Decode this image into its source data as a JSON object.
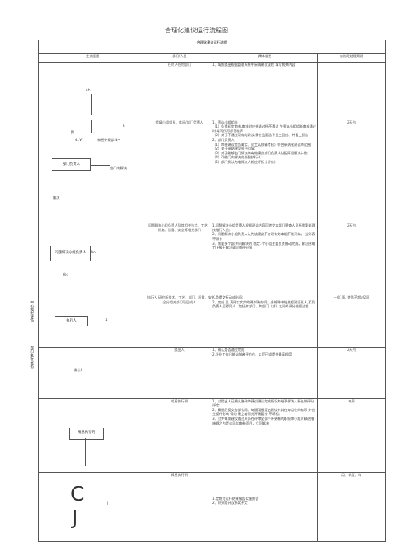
{
  "page_title": "合理化建议运行流程图",
  "table": {
    "banner": "合理化建议运行流程",
    "headers": [
      "主流程图",
      "部门/人员",
      "具体描述",
      "各阶段处理周期"
    ]
  },
  "side_labels": {
    "left": "中心组织评估",
    "right": "部门执行/挂钩"
  },
  "rows": [
    {
      "flow": {
        "text1": "tH.",
        "text2": ""
      },
      "dept": "任何人任何部门",
      "desc": [
        "1、填报提出根据管理系统中采纳建议流程 填写相关内容"
      ],
      "period": ""
    },
    {
      "flow": {
        "mark1": "E",
        "mark2": "表",
        "mark3": "4 .W",
        "note1": "林经中规部:N~",
        "box": "部门负责人",
        "note2": "部门内解决",
        "note3": "解决"
      },
      "dept": "提議小组組長、车间/部门负责人",
      "desc": [
        "1、筛选小组组长:",
        "（1）负责初步审核,审核时应先通过所不通过 在筛选小组组长审核通过时 填写所写原筛推荐",
        "（2）对于不通过采纳的建议,需在当面告予员工回应、并备上报告",
        "2、部门负责人:",
        "（1）审核建议是否属实、员工认领情考核）符合采纳化建议的范围;",
        "（2）对于采纳建议给予回复;",
        "（3）对于能够由门解决的有效建议部门负责人分配开展解决计划;",
        "（4）可能门内解决的分配执行人;",
        "（5）部门负认为难解决人相应评析分评价)"
      ],
      "period": "2天内"
    },
    {
      "flow": {
        "box": "问题解决小组负责人",
        "yes": "Yes",
        "no": "No"
      },
      "dept": "问题解决小组负责人及其相关技术、工艺、机电、质量、安全等相关部门",
      "desc": [
        "1.问题解决小组负责人根据建议内容可转交本部门筛查人员所需要处理技推行人员;",
        "2、问题解决小组负责人认为该建议不合理有效本组不能采纳， 当则表不照卞;",
        "3、需要多个部/共同解决的 临定1个小组主要负责推动完成，解决困难力上报于解决或同责评分报"
      ],
      "period": "2天内"
    },
    {
      "flow": {
        "box": "执行人",
        "mark": "1"
      },
      "dept": "执行人 研究所技术、工艺、部门、质量、安全分相关部门项目成人",
      "desc": [
        "K.负提交行动成时间;",
        "2、完成 见 真网实实实的确 如有存同人合格称中处进程建设班人,及及负责人运得同人（包括本部门、跨部门（部）之间的评分进规过程"
      ],
      "period": "一般1周, 特殊不超过2周"
    },
    {
      "flow": {
        "text": "确认A"
      },
      "dept": "提出人",
      "desc": [
        "1、确认是否通过完成",
        "2.企业工作日能认前者评价作、以后已成提供最高程度"
      ],
      "period": "2天内"
    },
    {
      "flow": {
        "box": "精息执行明"
      },
      "dept": "相息执行明",
      "desc": [
        "1、对提出人已确认整改的建议确认完成情况并给予解决人精长效评分评定;",
        "2、精细后提交各部认同、每通用根提出建议并其在每月在的结项 并在主提升影响 得的 建立者而分开需要分 不断相;",
        "3、对并每发建议通过从仍在评审全部手补更新的职报审小组对精进措施规之内是公司部审参项目，立项解决"
      ],
      "period": "每周"
    },
    {
      "flow": {
        "glyph1": "C",
        "glyph2": "J",
        "mark": "I"
      },
      "dept": "精息执行明",
      "desc": [
        "1.定期对运行结果报告实施报告",
        "2、积分组计汉系奖评定"
      ],
      "period": "月、季度、年"
    }
  ]
}
